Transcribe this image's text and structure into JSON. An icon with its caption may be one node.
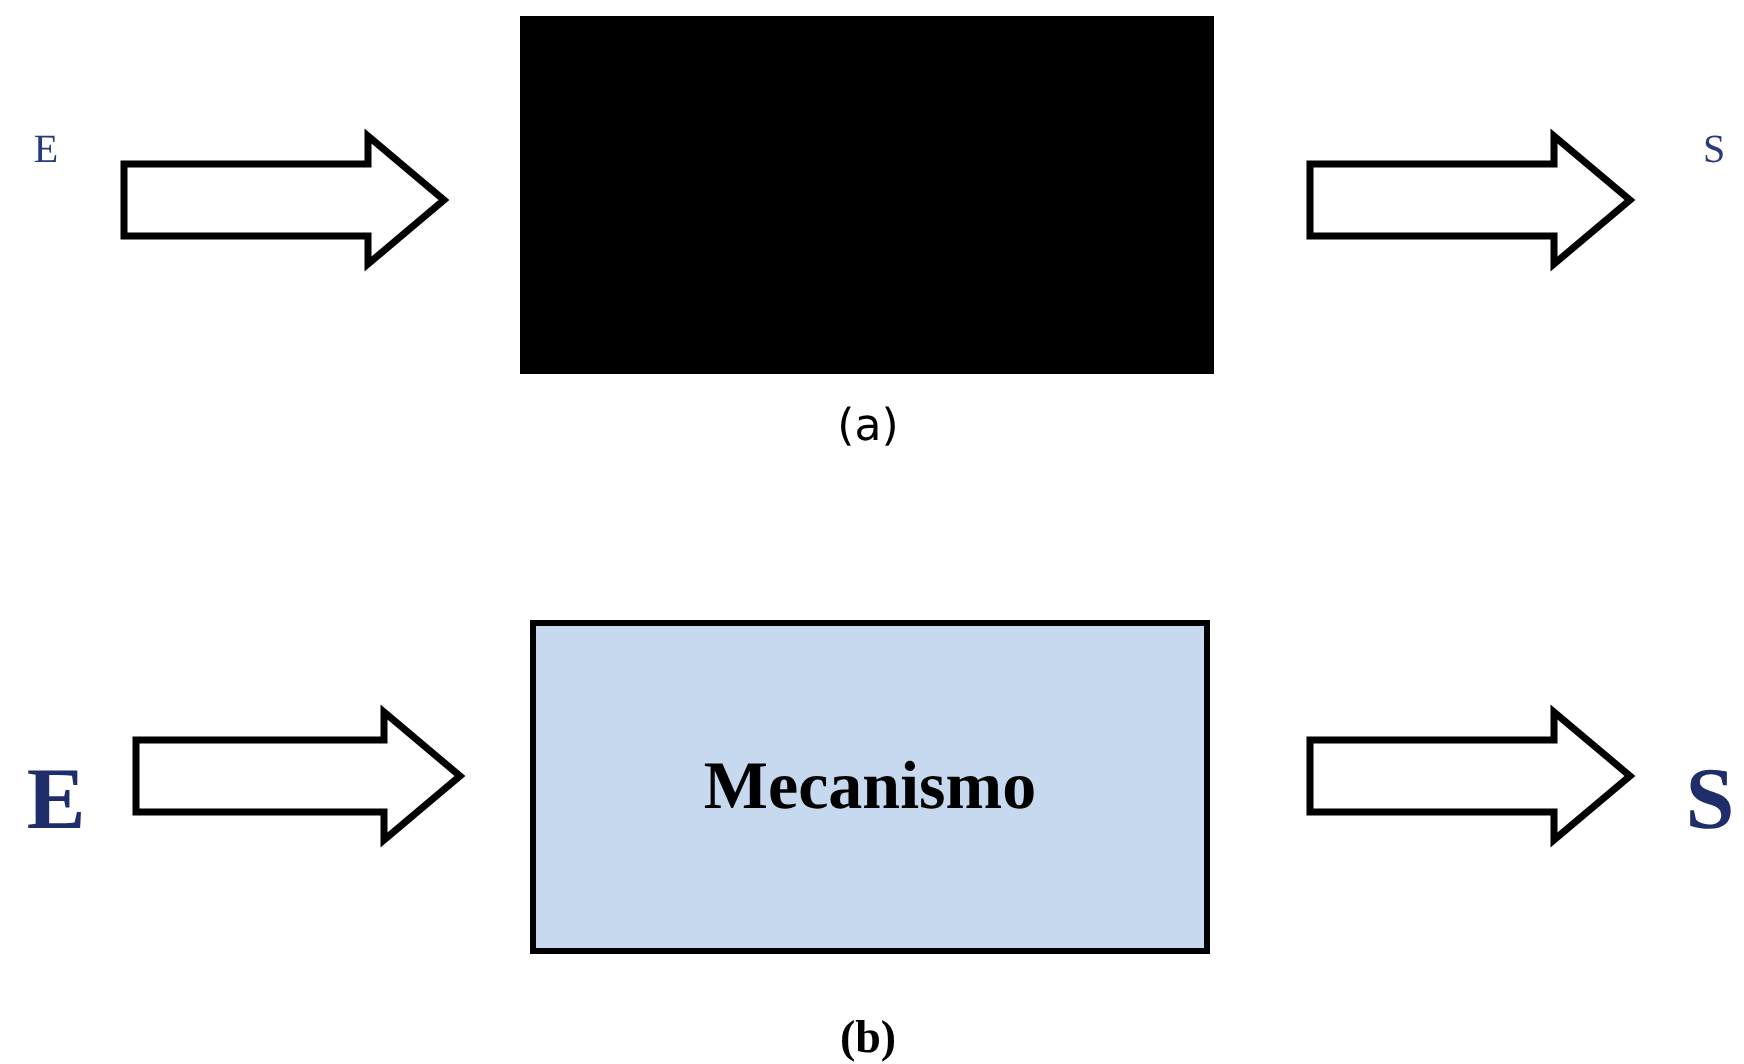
{
  "diagram": {
    "nodes": [
      {
        "text": [
          "E"
        ]
      },
      {
        "text": [],
        "shape": "box"
      },
      {
        "text": [
          "S"
        ]
      },
      {
        "text": [
          "E"
        ]
      },
      {
        "text": [
          "Mecanismo"
        ]
      },
      {
        "text": [
          "S"
        ]
      }
    ],
    "edges": [
      {
        "from": 0,
        "to": 1,
        "arrow": "to"
      },
      {
        "from": 1,
        "to": 2,
        "arrow": "to"
      },
      {
        "from": 3,
        "to": 4,
        "arrow": "to"
      },
      {
        "from": 4,
        "to": 5,
        "arrow": "to"
      }
    ],
    "labels": [
      "(a)",
      "(b)"
    ]
  }
}
